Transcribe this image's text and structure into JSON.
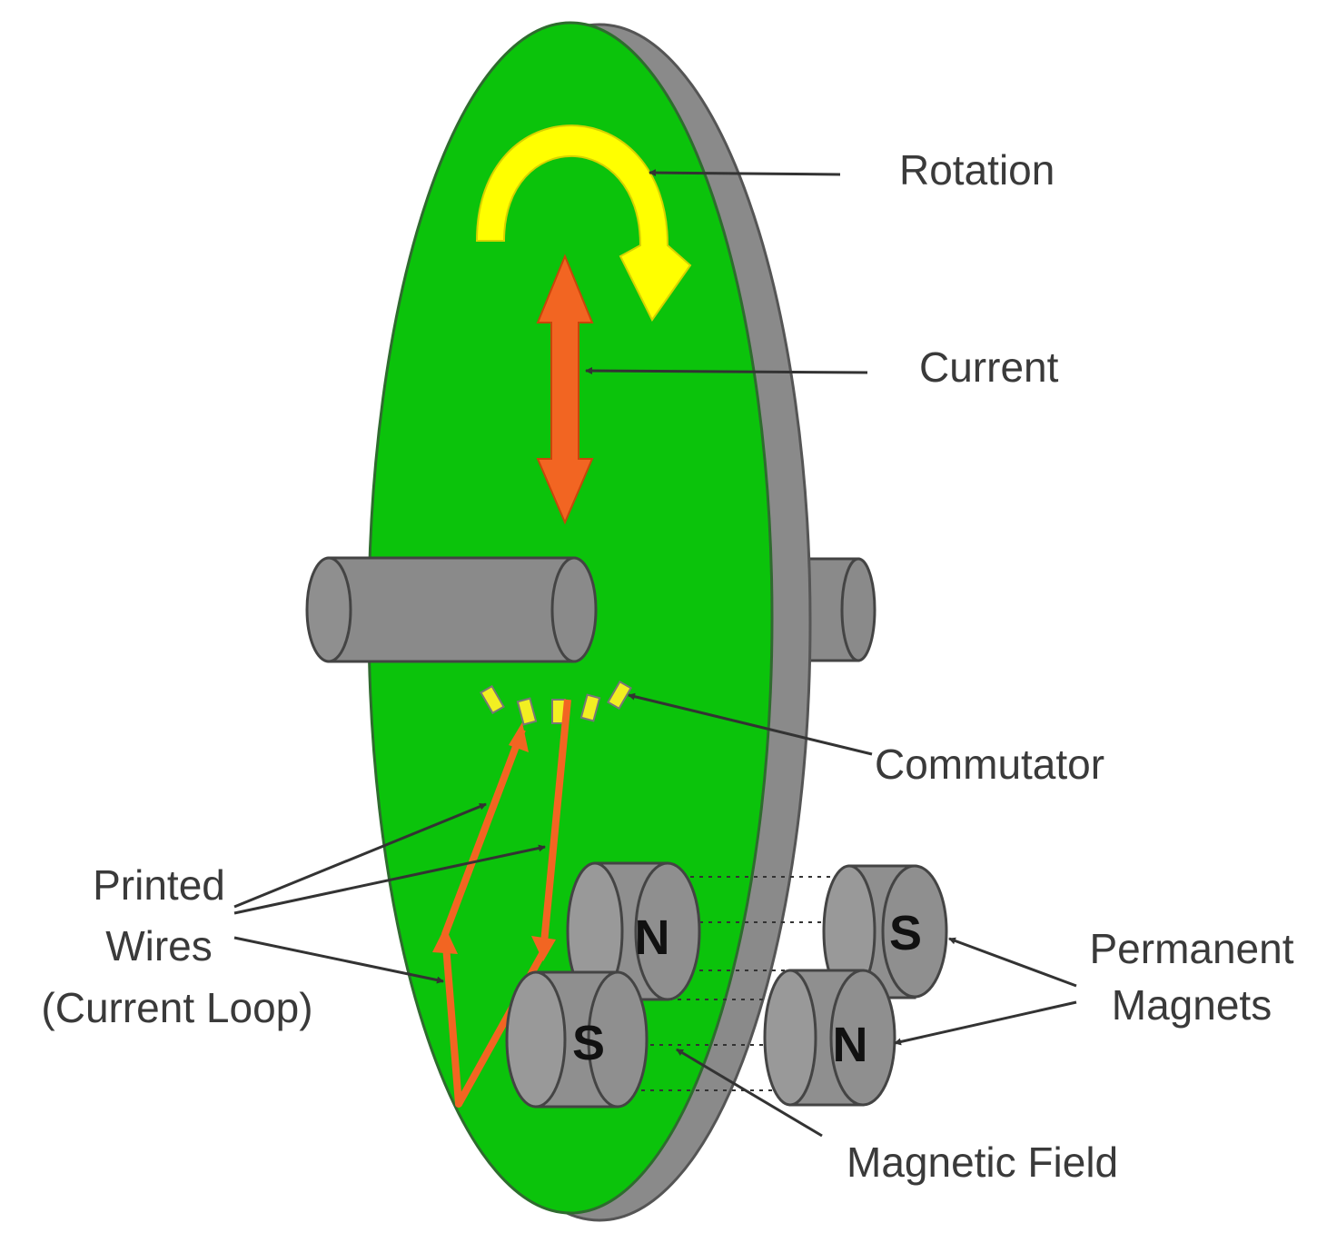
{
  "labels": {
    "rotation": "Rotation",
    "current": "Current",
    "commutator": "Commutator",
    "printed_wires": [
      "Printed",
      "Wires",
      "(Current Loop)"
    ],
    "permanent_magnets": [
      "Permanent",
      "Magnets"
    ],
    "magnetic_field": "Magnetic Field"
  },
  "poles": {
    "front_top": "N",
    "front_bottom": "S",
    "back_top": "S",
    "back_bottom": "N"
  },
  "colors": {
    "disc": "#0bc30b",
    "rim": "#8a8a8a",
    "rotation_arrow": "#ffff00",
    "current": "#f26522",
    "commutator": "#f2ef22",
    "magnet": "#8f8f8f"
  }
}
